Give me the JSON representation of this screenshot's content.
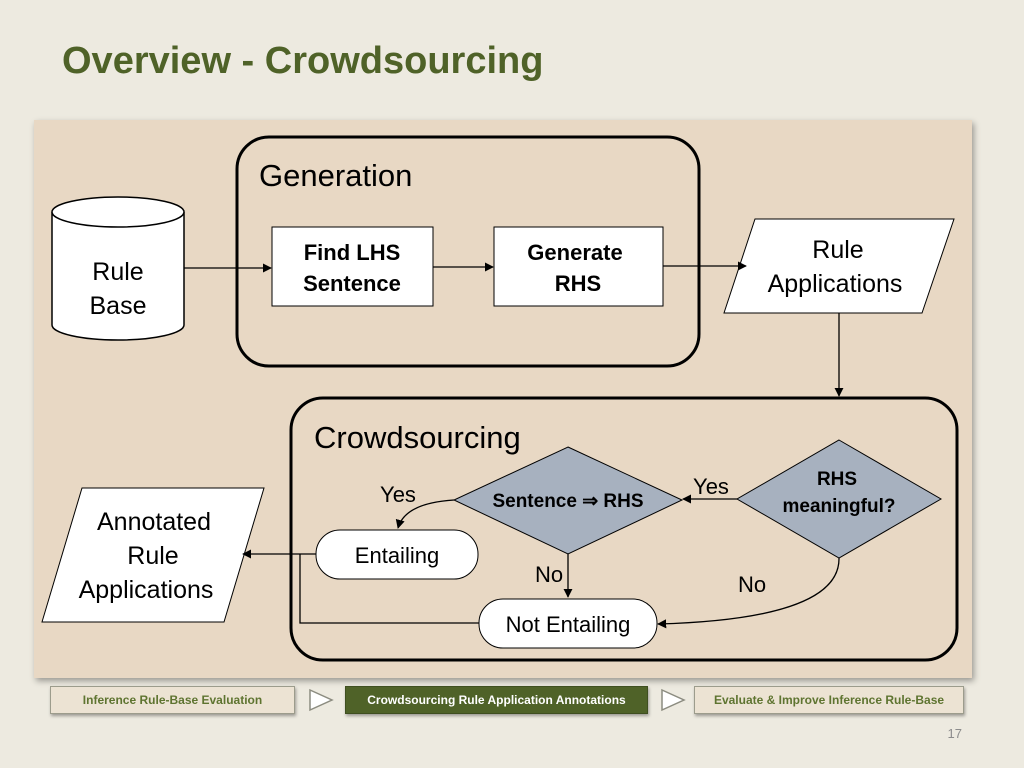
{
  "slide": {
    "title": "Overview - Crowdsourcing",
    "page_number": "17"
  },
  "diagram": {
    "groups": {
      "generation": "Generation",
      "crowdsourcing": "Crowdsourcing"
    },
    "nodes": {
      "rule_base": [
        "Rule",
        "Base"
      ],
      "find_lhs": [
        "Find LHS",
        "Sentence"
      ],
      "generate_rhs": [
        "Generate",
        "RHS"
      ],
      "rule_applications": [
        "Rule",
        "Applications"
      ],
      "rhs_meaningful": [
        "RHS",
        "meaningful?"
      ],
      "sentence_entails": "Sentence ⇒ RHS",
      "entailing": "Entailing",
      "not_entailing": "Not Entailing",
      "annotated": [
        "Annotated",
        "Rule",
        "Applications"
      ]
    },
    "edge_labels": {
      "yes_rhs": "Yes",
      "yes_sentence": "Yes",
      "no_sentence": "No",
      "no_rhs": "No"
    },
    "colors": {
      "panel": "#e8d8c4",
      "diamond": "#a7b1bf",
      "title": "#4f6228"
    }
  },
  "nav": {
    "step1": "Inference Rule-Base Evaluation",
    "step2": "Crowdsourcing Rule Application Annotations",
    "step3": "Evaluate & Improve Inference Rule-Base"
  }
}
